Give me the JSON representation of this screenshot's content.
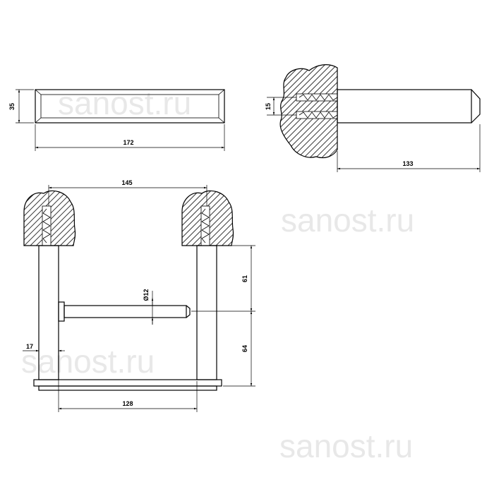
{
  "watermark": "sanost.ru",
  "dimensions": {
    "top_height": "35",
    "top_length": "172",
    "side_spacing": "15",
    "side_depth": "133",
    "front_width": "145",
    "front_upper": "61",
    "front_lower": "64",
    "front_diameter": "Ø12",
    "front_offset": "17",
    "front_base": "128"
  }
}
